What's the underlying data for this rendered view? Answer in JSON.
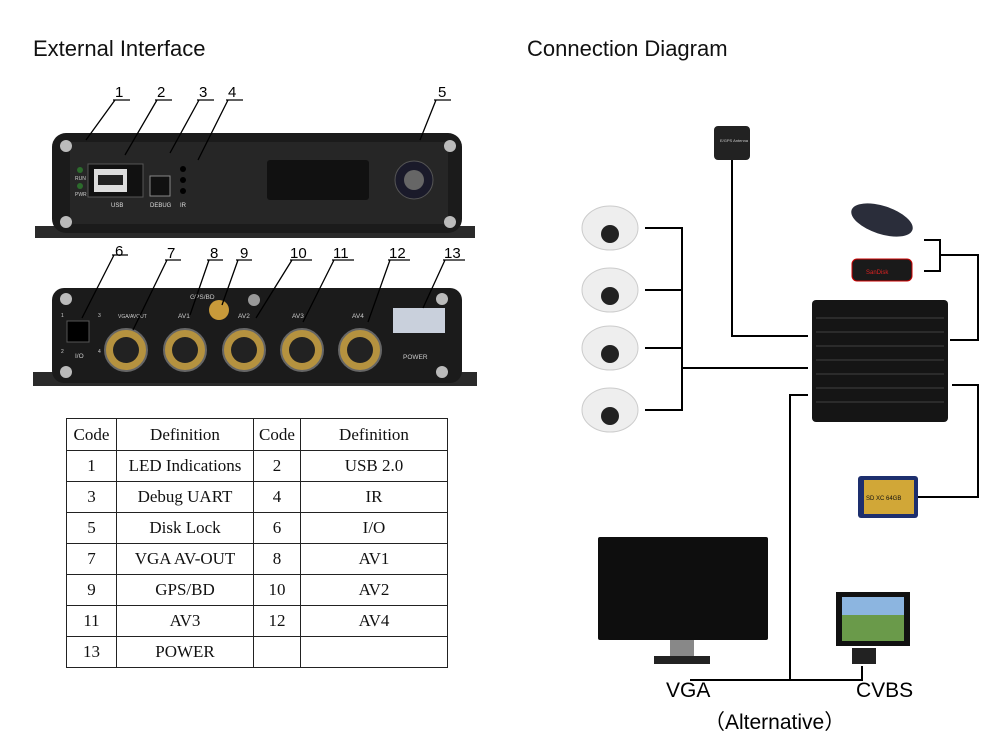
{
  "titles": {
    "left": "External Interface",
    "right": "Connection Diagram"
  },
  "front_panel": {
    "callouts": [
      "1",
      "2",
      "3",
      "4",
      "5"
    ],
    "labels": {
      "run": "RUN",
      "pwr": "PWR",
      "usb": "USB",
      "debug": "DEBUG",
      "ir": "IR"
    }
  },
  "rear_panel": {
    "callouts": [
      "6",
      "7",
      "8",
      "9",
      "10",
      "11",
      "12",
      "13"
    ],
    "labels": {
      "gps": "GPS/BD",
      "vga": "VGA/AVOUT",
      "av1": "AV1",
      "av2": "AV2",
      "av3": "AV3",
      "av4": "AV4",
      "power": "POWER",
      "io": "I/O",
      "pin1": "1",
      "pin2": "2",
      "pin3": "3",
      "pin4": "4"
    }
  },
  "table": {
    "headers": [
      "Code",
      "Definition",
      "Code",
      "Definition"
    ],
    "rows": [
      [
        "1",
        "LED Indications",
        "2",
        "USB 2.0"
      ],
      [
        "3",
        "Debug UART",
        "4",
        "IR"
      ],
      [
        "5",
        "Disk Lock",
        "6",
        "I/O"
      ],
      [
        "7",
        "VGA AV-OUT",
        "8",
        "AV1"
      ],
      [
        "9",
        "GPS/BD",
        "10",
        "AV2"
      ],
      [
        "11",
        "AV3",
        "12",
        "AV4"
      ],
      [
        "13",
        "POWER",
        "",
        ""
      ]
    ]
  },
  "diagram": {
    "antenna_label": "E/GPS Antenna",
    "usb_brand": "SanDisk",
    "sd_label": "SD XC 64GB",
    "vga": "VGA",
    "cvbs": "CVBS",
    "alternative": "（Alternative）"
  }
}
